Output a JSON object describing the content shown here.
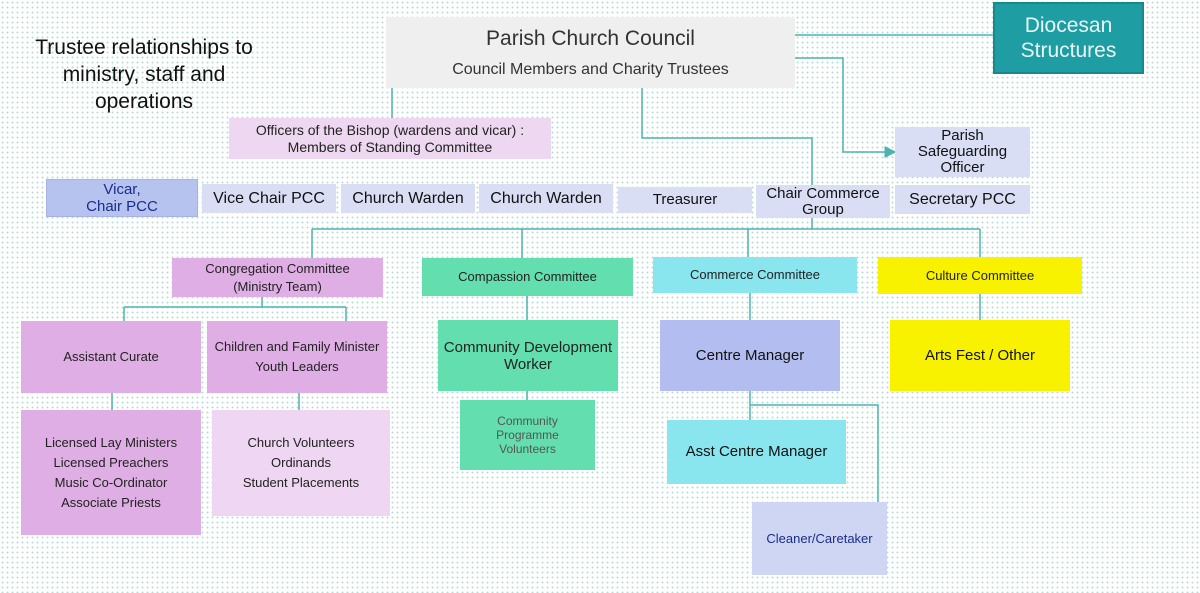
{
  "title": "Trustee relationships to\nministry, staff and\noperations",
  "diocesan": "Diocesan\nStructures",
  "pcc": {
    "name": "Parish Church Council",
    "members": "Council Members and Charity Trustees"
  },
  "safeguarding": "Parish\nSafeguarding\nOfficer",
  "officers": "Officers of the Bishop (wardens and vicar) :\nMembers of Standing Committee",
  "officer_roles": {
    "vicar": "Vicar,\nChair PCC",
    "vice_chair": "Vice Chair PCC",
    "warden_1": "Church Warden",
    "warden_2": "Church Warden",
    "treasurer": "Treasurer",
    "chair_commerce": "Chair Commerce\nGroup",
    "secretary": "Secretary PCC"
  },
  "committees": {
    "congregation": "Congregation Committee\n(Ministry Team)",
    "compassion": "Compassion Committee",
    "commerce": "Commerce Committee",
    "culture": "Culture Committee"
  },
  "staff": {
    "assistant_curate": "Assistant Curate",
    "children_family": "Children and Family Minister\nYouth Leaders",
    "community_worker": "Community Development\nWorker",
    "centre_manager": "Centre Manager",
    "arts_fest": "Arts Fest / Other"
  },
  "volunteers": {
    "ministers": "Licensed Lay Ministers\nLicensed Preachers\nMusic Co-Ordinator\nAssociate Priests",
    "church_volunteers": "Church Volunteers\nOrdinands\nStudent Placements",
    "community_programme": "Community\nProgramme\nVolunteers",
    "asst_centre_manager": "Asst Centre Manager",
    "cleaner": "Cleaner/Caretaker"
  },
  "colors": {
    "line": "#4fb3ad",
    "diocesan_fill": "#1e9ea3",
    "pcc_fill": "#efefef",
    "officers_fill": "#eed7f0",
    "role_fill": "#d9def5",
    "vicar_fill": "#b7c3ef",
    "congregation_fill": "#dfaee4",
    "ministers_fill": "#efd6f2",
    "green_fill": "#62deaf",
    "cyan_fill": "#89e5ee",
    "yellow_fill": "#f8f200",
    "manager_fill": "#b3bdf0",
    "cleaner_fill": "#cfd6f4",
    "navy_text": "#1a2c8c"
  }
}
